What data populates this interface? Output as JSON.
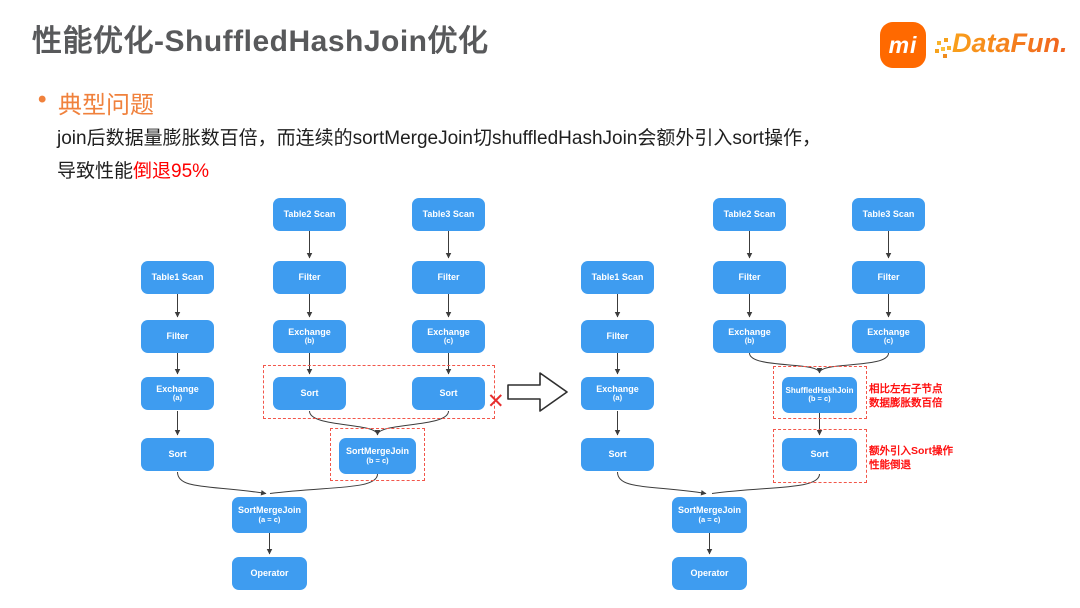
{
  "title": "性能优化-ShuffledHashJoin优化",
  "logos": {
    "xiaomi_label": "mi",
    "datafun_label": "DataFun."
  },
  "section": {
    "bullet_glyph": "•",
    "heading": "典型问题"
  },
  "description": {
    "line1": "join后数据量膨胀数百倍，而连续的sortMergeJoin切shuffledHashJoin会额外引入sort操作，",
    "line2_prefix": "导致性能",
    "line2_highlight": "倒退95%"
  },
  "icons": {
    "x_mark": "✕"
  },
  "colors": {
    "title_gray": "#58595b",
    "accent_orange": "#f0813c",
    "highlight_red": "#ff0000",
    "node_blue": "#3e9cf0",
    "dashed_red": "#f2564a",
    "xiaomi_orange": "#ff6900"
  },
  "diagram_left": {
    "nodes": [
      {
        "id": "table1-scan",
        "label": "Table1 Scan"
      },
      {
        "id": "table2-scan",
        "label": "Table2 Scan"
      },
      {
        "id": "table3-scan",
        "label": "Table3 Scan"
      },
      {
        "id": "filter-1",
        "label": "Filter"
      },
      {
        "id": "filter-2",
        "label": "Filter"
      },
      {
        "id": "filter-3",
        "label": "Filter"
      },
      {
        "id": "exchange-a",
        "label": "Exchange",
        "sublabel": "(a)"
      },
      {
        "id": "exchange-b",
        "label": "Exchange",
        "sublabel": "(b)"
      },
      {
        "id": "exchange-c",
        "label": "Exchange",
        "sublabel": "(c)"
      },
      {
        "id": "sort-1",
        "label": "Sort"
      },
      {
        "id": "sort-2",
        "label": "Sort"
      },
      {
        "id": "sort-3",
        "label": "Sort"
      },
      {
        "id": "sortmergejoin-bc",
        "label": "SortMergeJoin",
        "sublabel": "(b = c)"
      },
      {
        "id": "sortmergejoin-ac",
        "label": "SortMergeJoin",
        "sublabel": "(a = c)"
      },
      {
        "id": "operator",
        "label": "Operator"
      }
    ]
  },
  "diagram_right": {
    "nodes": [
      {
        "id": "table1-scan",
        "label": "Table1 Scan"
      },
      {
        "id": "table2-scan",
        "label": "Table2 Scan"
      },
      {
        "id": "table3-scan",
        "label": "Table3 Scan"
      },
      {
        "id": "filter-1",
        "label": "Filter"
      },
      {
        "id": "filter-2",
        "label": "Filter"
      },
      {
        "id": "filter-3",
        "label": "Filter"
      },
      {
        "id": "exchange-a",
        "label": "Exchange",
        "sublabel": "(a)"
      },
      {
        "id": "exchange-b",
        "label": "Exchange",
        "sublabel": "(b)"
      },
      {
        "id": "exchange-c",
        "label": "Exchange",
        "sublabel": "(c)"
      },
      {
        "id": "sort-1",
        "label": "Sort"
      },
      {
        "id": "shuffledhashjoin-bc",
        "label": "ShuffledHashJoin",
        "sublabel": "(b = c)"
      },
      {
        "id": "sort-2",
        "label": "Sort"
      },
      {
        "id": "sortmergejoin-ac",
        "label": "SortMergeJoin",
        "sublabel": "(a = c)"
      },
      {
        "id": "operator",
        "label": "Operator"
      }
    ]
  },
  "annotations": {
    "expand_line1": "相比左右子节点",
    "expand_line2": "数据膨胀数百倍",
    "sort_line1": "额外引入Sort操作",
    "sort_line2": "性能倒退"
  }
}
